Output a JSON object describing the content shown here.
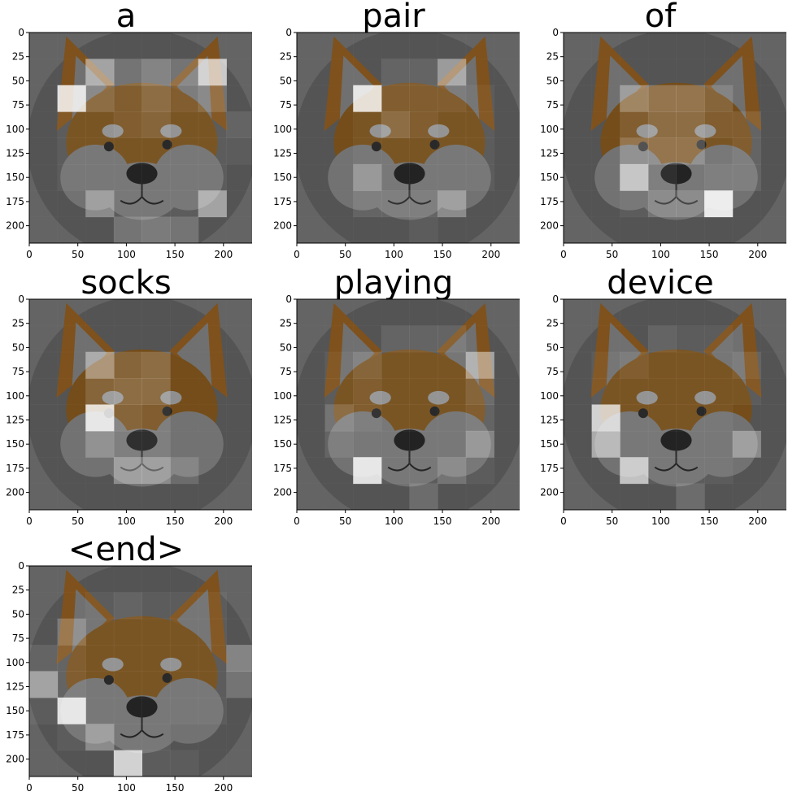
{
  "chart_data": [
    {
      "type": "heatmap",
      "title": "a",
      "xlim": [
        0,
        232
      ],
      "ylim": [
        0,
        218
      ],
      "xticks": [
        0,
        50,
        100,
        150,
        200
      ],
      "yticks": [
        0,
        25,
        50,
        75,
        100,
        125,
        150,
        175,
        200
      ],
      "grid_rows": 8,
      "grid_cols": 8,
      "cells": [
        [
          0.05,
          0.05,
          0.05,
          0.05,
          0.05,
          0.05,
          0.05,
          0.05
        ],
        [
          0.05,
          0.05,
          0.55,
          0.25,
          0.35,
          0.25,
          0.8,
          0.05
        ],
        [
          0.05,
          0.95,
          0.25,
          0.15,
          0.25,
          0.15,
          0.25,
          0.05
        ],
        [
          0.05,
          0.1,
          0.1,
          0.15,
          0.2,
          0.1,
          0.1,
          0.15
        ],
        [
          0.05,
          0.1,
          0.1,
          0.1,
          0.1,
          0.1,
          0.1,
          0.1
        ],
        [
          0.05,
          0.1,
          0.1,
          0.1,
          0.1,
          0.1,
          0.1,
          0.05
        ],
        [
          0.05,
          0.05,
          0.4,
          0.1,
          0.1,
          0.1,
          0.55,
          0.05
        ],
        [
          0.05,
          0.05,
          0.05,
          0.25,
          0.3,
          0.25,
          0.05,
          0.05
        ]
      ]
    },
    {
      "type": "heatmap",
      "title": "pair",
      "xlim": [
        0,
        232
      ],
      "ylim": [
        0,
        218
      ],
      "xticks": [
        0,
        50,
        100,
        150,
        200
      ],
      "yticks": [
        0,
        25,
        50,
        75,
        100,
        125,
        150,
        175,
        200
      ],
      "grid_rows": 8,
      "grid_cols": 8,
      "cells": [
        [
          0.05,
          0.05,
          0.05,
          0.05,
          0.05,
          0.05,
          0.05,
          0.05
        ],
        [
          0.05,
          0.05,
          0.05,
          0.15,
          0.15,
          0.5,
          0.05,
          0.05
        ],
        [
          0.05,
          0.05,
          0.95,
          0.15,
          0.15,
          0.15,
          0.1,
          0.05
        ],
        [
          0.05,
          0.05,
          0.1,
          0.25,
          0.15,
          0.1,
          0.1,
          0.05
        ],
        [
          0.05,
          0.05,
          0.1,
          0.1,
          0.1,
          0.1,
          0.1,
          0.05
        ],
        [
          0.05,
          0.05,
          0.35,
          0.1,
          0.1,
          0.1,
          0.1,
          0.05
        ],
        [
          0.05,
          0.05,
          0.15,
          0.15,
          0.15,
          0.4,
          0.05,
          0.05
        ],
        [
          0.05,
          0.05,
          0.05,
          0.05,
          0.1,
          0.05,
          0.05,
          0.05
        ]
      ]
    },
    {
      "type": "heatmap",
      "title": "of",
      "xlim": [
        0,
        232
      ],
      "ylim": [
        0,
        218
      ],
      "xticks": [
        0,
        50,
        100,
        150,
        200
      ],
      "yticks": [
        0,
        25,
        50,
        75,
        100,
        125,
        150,
        175,
        200
      ],
      "grid_rows": 8,
      "grid_cols": 8,
      "cells": [
        [
          0.05,
          0.05,
          0.05,
          0.05,
          0.05,
          0.05,
          0.05,
          0.05
        ],
        [
          0.05,
          0.05,
          0.05,
          0.05,
          0.05,
          0.05,
          0.05,
          0.05
        ],
        [
          0.05,
          0.05,
          0.4,
          0.3,
          0.3,
          0.2,
          0.05,
          0.05
        ],
        [
          0.05,
          0.05,
          0.15,
          0.25,
          0.25,
          0.15,
          0.15,
          0.05
        ],
        [
          0.05,
          0.05,
          0.3,
          0.3,
          0.3,
          0.1,
          0.15,
          0.05
        ],
        [
          0.05,
          0.05,
          0.7,
          0.15,
          0.1,
          0.15,
          0.15,
          0.05
        ],
        [
          0.05,
          0.05,
          0.1,
          0.25,
          0.25,
          1.0,
          0.05,
          0.05
        ],
        [
          0.05,
          0.05,
          0.05,
          0.05,
          0.05,
          0.05,
          0.05,
          0.05
        ]
      ]
    },
    {
      "type": "heatmap",
      "title": "socks",
      "xlim": [
        0,
        232
      ],
      "ylim": [
        0,
        218
      ],
      "xticks": [
        0,
        50,
        100,
        150,
        200
      ],
      "yticks": [
        0,
        25,
        50,
        75,
        100,
        125,
        150,
        175,
        200
      ],
      "grid_rows": 8,
      "grid_cols": 8,
      "cells": [
        [
          0.05,
          0.05,
          0.05,
          0.05,
          0.05,
          0.05,
          0.05,
          0.05
        ],
        [
          0.05,
          0.05,
          0.05,
          0.05,
          0.05,
          0.05,
          0.05,
          0.05
        ],
        [
          0.05,
          0.05,
          0.5,
          0.2,
          0.25,
          0.05,
          0.05,
          0.05
        ],
        [
          0.05,
          0.05,
          0.2,
          0.25,
          0.25,
          0.05,
          0.05,
          0.05
        ],
        [
          0.05,
          0.05,
          0.95,
          0.2,
          0.15,
          0.05,
          0.05,
          0.05
        ],
        [
          0.05,
          0.05,
          0.3,
          0.15,
          0.15,
          0.05,
          0.05,
          0.05
        ],
        [
          0.05,
          0.05,
          0.05,
          0.4,
          0.4,
          0.2,
          0.05,
          0.05
        ],
        [
          0.05,
          0.05,
          0.05,
          0.05,
          0.05,
          0.05,
          0.05,
          0.05
        ]
      ]
    },
    {
      "type": "heatmap",
      "title": "playing",
      "xlim": [
        0,
        232
      ],
      "ylim": [
        0,
        218
      ],
      "xticks": [
        0,
        50,
        100,
        150,
        200
      ],
      "yticks": [
        0,
        25,
        50,
        75,
        100,
        125,
        150,
        175,
        200
      ],
      "grid_rows": 8,
      "grid_cols": 8,
      "cells": [
        [
          0.05,
          0.05,
          0.05,
          0.05,
          0.05,
          0.05,
          0.05,
          0.05
        ],
        [
          0.05,
          0.05,
          0.05,
          0.15,
          0.15,
          0.15,
          0.05,
          0.05
        ],
        [
          0.05,
          0.1,
          0.2,
          0.1,
          0.1,
          0.1,
          0.55,
          0.05
        ],
        [
          0.05,
          0.1,
          0.15,
          0.1,
          0.1,
          0.1,
          0.2,
          0.05
        ],
        [
          0.05,
          0.25,
          0.15,
          0.1,
          0.1,
          0.1,
          0.15,
          0.05
        ],
        [
          0.05,
          0.15,
          0.1,
          0.1,
          0.1,
          0.1,
          0.35,
          0.05
        ],
        [
          0.05,
          0.05,
          0.95,
          0.1,
          0.1,
          0.25,
          0.1,
          0.05
        ],
        [
          0.05,
          0.05,
          0.05,
          0.05,
          0.2,
          0.05,
          0.05,
          0.05
        ]
      ]
    },
    {
      "type": "heatmap",
      "title": "device",
      "xlim": [
        0,
        232
      ],
      "ylim": [
        0,
        218
      ],
      "xticks": [
        0,
        50,
        100,
        150,
        200
      ],
      "yticks": [
        0,
        25,
        50,
        75,
        100,
        125,
        150,
        175,
        200
      ],
      "grid_rows": 8,
      "grid_cols": 8,
      "cells": [
        [
          0.05,
          0.05,
          0.05,
          0.05,
          0.05,
          0.05,
          0.05,
          0.05
        ],
        [
          0.05,
          0.05,
          0.05,
          0.15,
          0.1,
          0.1,
          0.05,
          0.05
        ],
        [
          0.05,
          0.1,
          0.15,
          0.1,
          0.1,
          0.1,
          0.15,
          0.05
        ],
        [
          0.05,
          0.1,
          0.1,
          0.1,
          0.1,
          0.1,
          0.1,
          0.05
        ],
        [
          0.05,
          0.85,
          0.1,
          0.1,
          0.1,
          0.1,
          0.05,
          0.05
        ],
        [
          0.05,
          0.6,
          0.1,
          0.1,
          0.1,
          0.1,
          0.4,
          0.05
        ],
        [
          0.05,
          0.05,
          0.75,
          0.1,
          0.1,
          0.1,
          0.05,
          0.05
        ],
        [
          0.05,
          0.05,
          0.05,
          0.05,
          0.2,
          0.05,
          0.05,
          0.05
        ]
      ]
    },
    {
      "type": "heatmap",
      "title": "<end>",
      "xlim": [
        0,
        232
      ],
      "ylim": [
        0,
        218
      ],
      "xticks": [
        0,
        50,
        100,
        150,
        200
      ],
      "yticks": [
        0,
        25,
        50,
        75,
        100,
        125,
        150,
        175,
        200
      ],
      "grid_rows": 8,
      "grid_cols": 8,
      "cells": [
        [
          0.05,
          0.05,
          0.05,
          0.05,
          0.05,
          0.05,
          0.05,
          0.05
        ],
        [
          0.05,
          0.05,
          0.1,
          0.15,
          0.1,
          0.1,
          0.1,
          0.05
        ],
        [
          0.05,
          0.3,
          0.1,
          0.1,
          0.1,
          0.1,
          0.1,
          0.05
        ],
        [
          0.15,
          0.15,
          0.1,
          0.1,
          0.1,
          0.1,
          0.1,
          0.35
        ],
        [
          0.55,
          0.15,
          0.1,
          0.1,
          0.1,
          0.1,
          0.1,
          0.25
        ],
        [
          0.1,
          0.95,
          0.1,
          0.1,
          0.1,
          0.1,
          0.1,
          0.05
        ],
        [
          0.05,
          0.1,
          0.4,
          0.1,
          0.1,
          0.05,
          0.05,
          0.05
        ],
        [
          0.05,
          0.05,
          0.05,
          0.85,
          0.1,
          0.1,
          0.05,
          0.05
        ]
      ]
    }
  ]
}
